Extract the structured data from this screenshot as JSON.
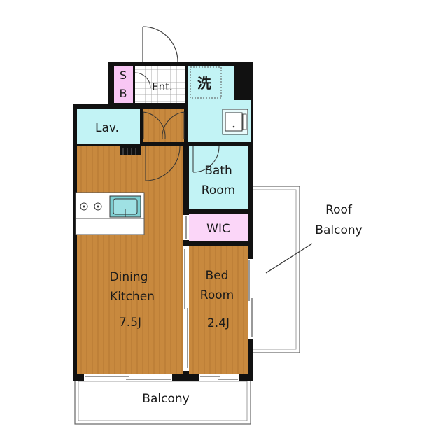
{
  "rooms": {
    "sb": {
      "line1": "S",
      "line2": "B"
    },
    "entrance": "Ent.",
    "washer": "洗",
    "lavatory": "Lav.",
    "bath": {
      "line1": "Bath",
      "line2": "Room"
    },
    "wic": "WIC",
    "dining": {
      "line1": "Dining",
      "line2": "Kitchen",
      "size": "7.5J"
    },
    "bed": {
      "line1": "Bed",
      "line2": "Room",
      "size": "2.4J"
    },
    "roof_balcony": {
      "line1": "Roof",
      "line2": "Balcony"
    },
    "balcony": "Balcony"
  },
  "colors": {
    "wood": "#c8893e",
    "wood_stripe": "#b07530",
    "wet_area": "#c2f3f5",
    "wic": "#fbd6f8",
    "sb": "#f8c6f4",
    "wall": "#111111"
  }
}
